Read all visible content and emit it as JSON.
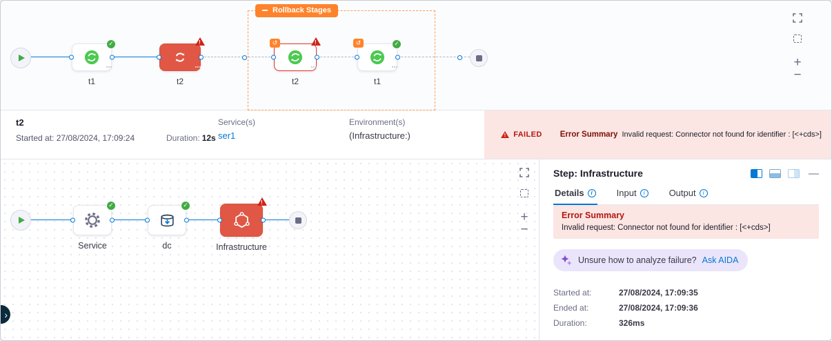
{
  "colors": {
    "accent": "#0278d5",
    "success": "#42ab45",
    "failure": "#cf2318",
    "failed_node": "#e05745",
    "rollback_orange": "#ff832b",
    "error_background": "#fbe6e4",
    "aida_background": "#ebe5fb"
  },
  "top_graph": {
    "rollback_label": "Rollback Stages",
    "nodes": [
      {
        "label": "t1",
        "status": "success"
      },
      {
        "label": "t2",
        "status": "failed"
      },
      {
        "label": "t2",
        "status": "failed-rollback"
      },
      {
        "label": "t1",
        "status": "success-rollback"
      }
    ],
    "controls": {
      "zoom_in": "+",
      "zoom_out": "−"
    }
  },
  "summary": {
    "title": "t2",
    "started_label": "Started at:",
    "started_value": "27/08/2024, 17:09:24",
    "duration_label": "Duration:",
    "duration_value": "12s",
    "services_label": "Service(s)",
    "services_value": "ser1",
    "environments_label": "Environment(s)",
    "environments_value": "(Infrastructure:)",
    "failed_badge": "FAILED",
    "error_label": "Error Summary",
    "error_text": "Invalid request: Connector not found for identifier : [<+cds>]"
  },
  "canvas": {
    "nodes": [
      {
        "label": "Service",
        "status": "success"
      },
      {
        "label": "dc",
        "status": "success"
      },
      {
        "label": "Infrastructure",
        "status": "failed"
      }
    ],
    "controls": {
      "zoom_in": "+",
      "zoom_out": "−"
    }
  },
  "panel": {
    "title": "Step: Infrastructure",
    "minimize": "—",
    "tabs": [
      {
        "label": "Details"
      },
      {
        "label": "Input"
      },
      {
        "label": "Output"
      }
    ],
    "error_label": "Error Summary",
    "error_text": "Invalid request: Connector not found for identifier : [<+cds>]",
    "aida_text": "Unsure how to analyze failure?",
    "aida_link": "Ask AIDA",
    "details": [
      {
        "label": "Started at:",
        "value": "27/08/2024, 17:09:35"
      },
      {
        "label": "Ended at:",
        "value": "27/08/2024, 17:09:36"
      },
      {
        "label": "Duration:",
        "value": "326ms"
      }
    ]
  }
}
